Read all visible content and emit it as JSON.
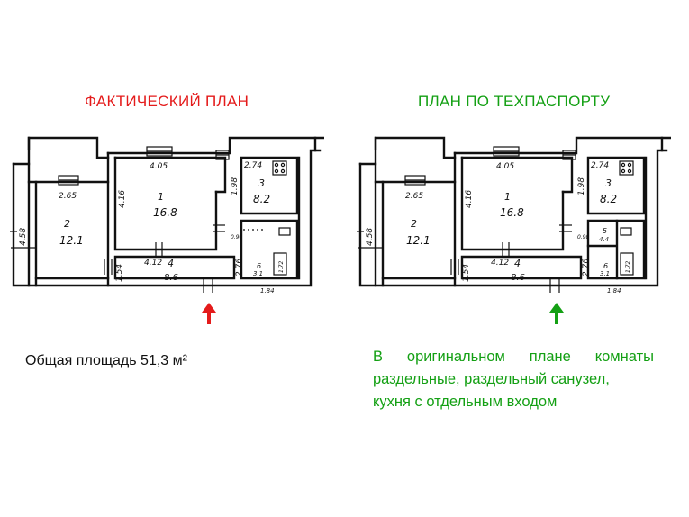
{
  "titles": {
    "actual": "ФАКТИЧЕСКИЙ ПЛАН",
    "passport": "ПЛАН ПО ТЕХПАСПОРТУ"
  },
  "colors": {
    "actual": "#e41b1b",
    "passport": "#14a014",
    "ink": "#111111"
  },
  "icons": {
    "entrance_actual": "arrow-up-icon",
    "entrance_passport": "arrow-up-icon"
  },
  "plans": {
    "rooms": {
      "room1": {
        "number": "1",
        "area": "16.8"
      },
      "room2": {
        "number": "2",
        "area": "12.1"
      },
      "room3": {
        "number": "3",
        "area": "8.2"
      },
      "room4": {
        "number": "4",
        "area": "8.6"
      },
      "room5": {
        "number": "5",
        "area": "4.4"
      },
      "room6": {
        "number": "6",
        "area": "3.1"
      }
    },
    "dims": {
      "d405": "4.05",
      "d274": "2.74",
      "d265": "2.65",
      "d416": "4.16",
      "d198": "1.98",
      "d458": "4.58",
      "d412": "4.12",
      "d154": "1.54",
      "d276": "2.76",
      "d184": "1.84",
      "d090": "0.90",
      "d172": "1.72"
    }
  },
  "notes": {
    "total_area": "Общая площадь 51,3 м²",
    "original_words": [
      "В",
      "оригинальном",
      "плане",
      "комнаты"
    ],
    "original_line2": "раздельные, раздельный санузел,",
    "original_line3": "кухня с отдельным входом"
  }
}
